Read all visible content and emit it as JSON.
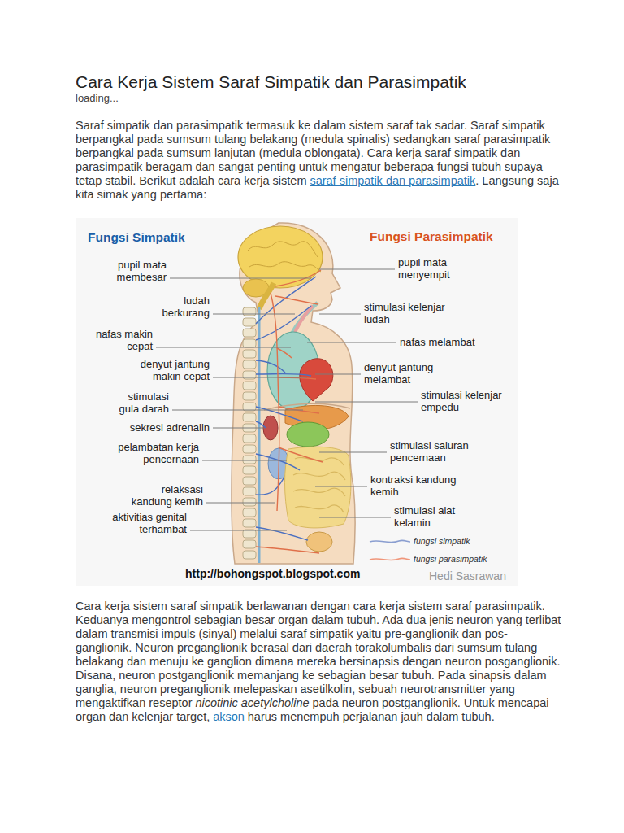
{
  "diagram": {
    "title": "Cara Kerja Sistem Saraf Simpatik dan Parasimpatik",
    "labels": [
      "loading...",
      "Saraf simpatik dan parasimpatik termasuk ke dalam sistem saraf tak sadar. Saraf simpatik berpangkal pada sumsum tulang belakang (medula spinalis) sedangkan saraf parasimpatik berpangkal pada sumsum lanjutan (medula oblongata). Cara kerja saraf simpatik dan parasimpatik beragam dan sangat penting untuk mengatur beberapa fungsi tubuh supaya tetap stabil. Berikut adalah cara kerja sistem",
      "saraf simpatik dan parasimpatik",
      ". Langsung saja kita simak yang pertama:",
      "Fungsi Simpatik",
      "Fungsi Parasimpatik",
      "pupil mata membesar",
      "ludah berkurang",
      "nafas makin cepat",
      "denyut jantung makin cepat",
      "stimulasi gula darah",
      "sekresi adrenalin",
      "pelambatan kerja pencernaan",
      "relaksasi kandung kemih",
      "aktivitias genital terhambat",
      "pupil mata menyempit",
      "stimulasi kelenjar ludah",
      "nafas melambat",
      "denyut jantung melambat",
      "stimulasi kelenjar empedu",
      "stimulasi saluran pencernaan",
      "kontraksi kandung kemih",
      "stimulasi alat kelamin",
      "http://bohongspot.blogspot.com",
      "Hedi Sasrawan",
      "Cara kerja sistem saraf simpatik berlawanan dengan cara kerja sistem saraf parasimpatik. Keduanya mengontrol sebagian besar organ dalam tubuh. Ada dua jenis neuron yang terlibat dalam transmisi impuls (sinyal) melalui saraf simpatik yaitu pre-ganglionik dan pos-ganglionik. Neuron preganglionik berasal dari daerah torakolumbalis dari sumsum tulang belakang dan menuju ke ganglion dimana mereka bersinapsis dengan neuron posganglionik. Disana, neuron postganglionik memanjang ke sebagian besar tubuh. Pada sinapsis dalam ganglia, neuron preganglionik melepaskan asetilkolin, sebuah neurotransmitter yang mengaktifkan reseptor",
      "nicotinic acetylcholine",
      "pada neuron postganglionik. Untuk mencapai organ dan kelenjar target,",
      "akson",
      "harus menempuh perjalanan jauh dalam tubuh."
    ],
    "legend": [
      {
        "text": "fungsi simpatik"
      },
      {
        "text": "fungsi parasimpatik"
      }
    ]
  }
}
